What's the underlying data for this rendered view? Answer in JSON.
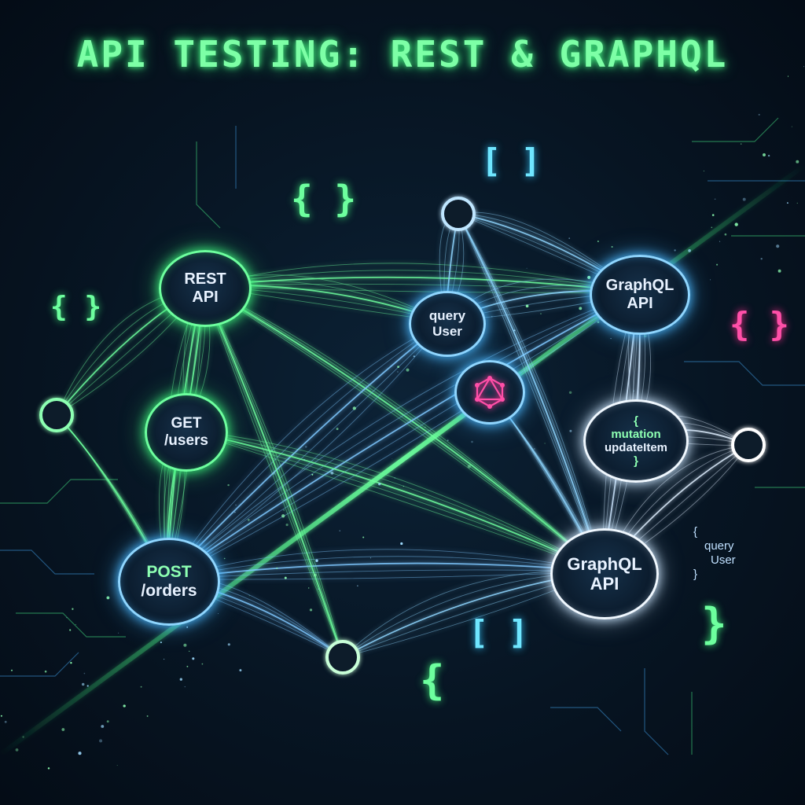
{
  "title": "API TESTING: REST & GRAPHQL",
  "colors": {
    "green": "#6dff9e",
    "blue": "#8fd6ff",
    "pink": "#ff4fa8",
    "title": "#7dffa6"
  },
  "nodes": {
    "rest_api": {
      "line1": "REST",
      "line2": "API"
    },
    "get_users": {
      "line1": "GET",
      "line2": "/users"
    },
    "post_orders": {
      "line1": "POST",
      "line2": "/orders"
    },
    "query_user": {
      "line1": "query",
      "line2": "User"
    },
    "graphql_api_top": {
      "line1": "GraphQL",
      "line2": "API"
    },
    "mutation": {
      "open": "{",
      "line1": "mutation",
      "line2": "updateItem",
      "close": "}"
    },
    "graphql_api_bottom": {
      "line1": "GraphQL",
      "line2": "API"
    }
  },
  "floating_label": {
    "open": "{",
    "line1": "query",
    "line2": "User",
    "close": "}"
  },
  "glyphs": {
    "braces_top": "{ }",
    "brackets_top": "[ ]",
    "braces_left": "{ }",
    "braces_pink": "{ }",
    "brackets_bottom": "[ ]",
    "brace_open_bottom": "{",
    "brace_close_right": "}"
  },
  "icons": [
    "graphql-logo-icon"
  ]
}
